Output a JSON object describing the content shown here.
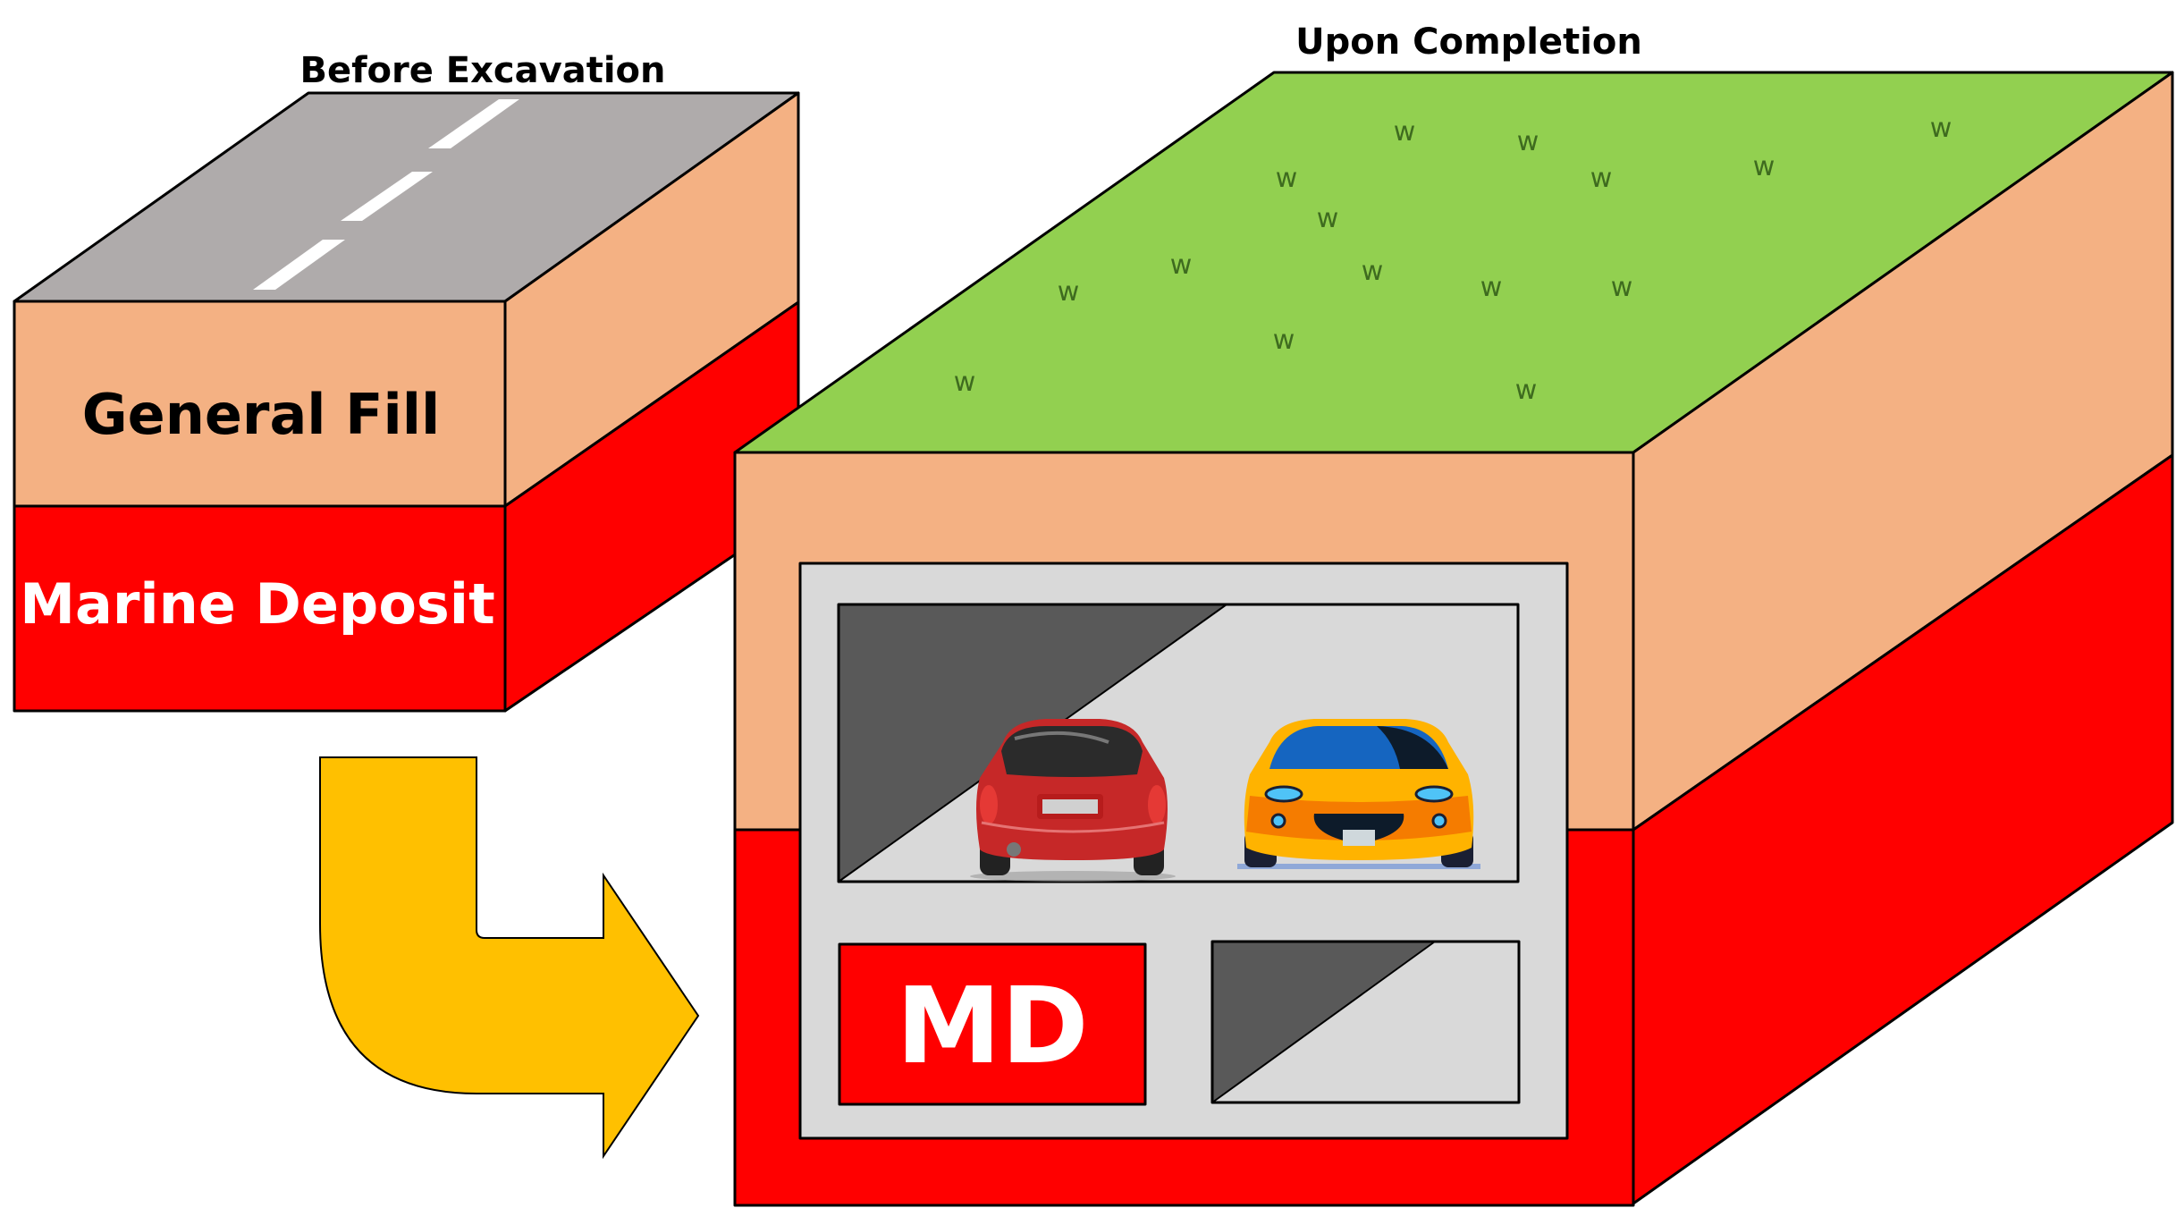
{
  "titles": {
    "before": "Before Excavation",
    "after": "Upon Completion"
  },
  "layers": {
    "general_fill": "General Fill",
    "marine_deposit": "Marine Deposit",
    "md_abbrev": "MD"
  },
  "grass_symbol": "w",
  "colors": {
    "road": "#afabab",
    "general_fill": "#f4b183",
    "marine_deposit": "#ff0000",
    "grass": "#92d050",
    "grass_mark": "#3e6b1f",
    "structure": "#d9d9d9",
    "tunnel_shadow": "#595959",
    "arrow": "#ffc000"
  },
  "icons": {
    "arrow": "bent-down-right-arrow",
    "car_rear": "red-car-rear-view",
    "car_front": "yellow-car-front-view"
  }
}
